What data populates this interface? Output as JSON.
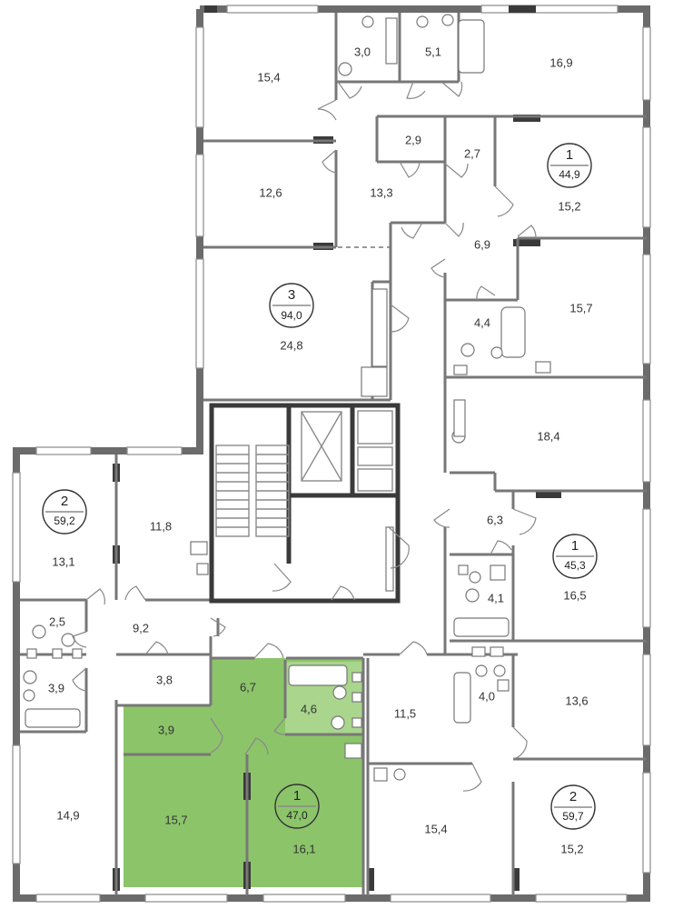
{
  "rooms": {
    "r15_4_top": "15,4",
    "r3_0": "3,0",
    "r5_1": "5,1",
    "r16_9": "16,9",
    "r2_9": "2,9",
    "r2_7": "2,7",
    "r12_6": "12,6",
    "r13_3": "13,3",
    "r15_2_top": "15,2",
    "r6_9": "6,9",
    "r24_8": "24,8",
    "r4_4": "4,4",
    "r15_7_right": "15,7",
    "r18_4": "18,4",
    "r13_1": "13,1",
    "r11_8": "11,8",
    "r6_3": "6,3",
    "r16_5": "16,5",
    "r4_1": "4,1",
    "r2_5": "2,5",
    "r9_2": "9,2",
    "r3_8": "3,8",
    "r3_9_left": "3,9",
    "r6_7": "6,7",
    "r4_6": "4,6",
    "r3_9_hl": "3,9",
    "r11_5": "11,5",
    "r4_0": "4,0",
    "r13_6": "13,6",
    "r14_9": "14,9",
    "r15_7_hl": "15,7",
    "r16_1": "16,1",
    "r15_4_bottom": "15,4",
    "r15_2_bottom": "15,2"
  },
  "apartments": {
    "a1_top": {
      "rooms": "1",
      "area": "44,9"
    },
    "a3": {
      "rooms": "3",
      "area": "94,0"
    },
    "a2_left": {
      "rooms": "2",
      "area": "59,2"
    },
    "a1_mid": {
      "rooms": "1",
      "area": "45,3"
    },
    "a1_hl": {
      "rooms": "1",
      "area": "47,0"
    },
    "a2_right": {
      "rooms": "2",
      "area": "59,7"
    }
  },
  "colors": {
    "highlight": "#8cc46a",
    "wall": "#6b6b6b",
    "core": "#3a3a3a"
  }
}
